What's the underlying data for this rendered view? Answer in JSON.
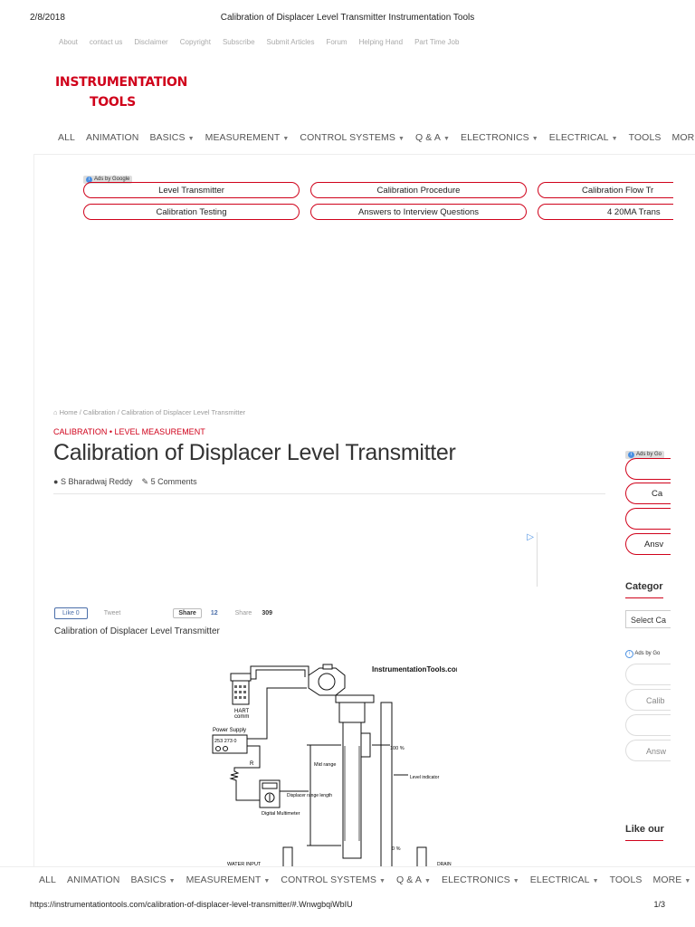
{
  "print_header": {
    "date": "2/8/2018",
    "title": "Calibration of Displacer Level Transmitter Instrumentation Tools"
  },
  "topnav": [
    "About",
    "contact us",
    "Disclaimer",
    "Copyright",
    "Subscribe",
    "Submit Articles",
    "Forum",
    "Helping Hand",
    "Part Time Job"
  ],
  "logo": {
    "line1": "INSTRUMENTATION",
    "line2": "TOOLS"
  },
  "mainnav": [
    {
      "label": "ALL",
      "caret": false
    },
    {
      "label": "ANIMATION",
      "caret": false
    },
    {
      "label": "BASICS",
      "caret": true
    },
    {
      "label": "MEASUREMENT",
      "caret": true
    },
    {
      "label": "CONTROL SYSTEMS",
      "caret": true
    },
    {
      "label": "Q & A",
      "caret": true
    },
    {
      "label": "ELECTRONICS",
      "caret": true
    },
    {
      "label": "ELECTRICAL",
      "caret": true
    },
    {
      "label": "TOOLS",
      "caret": false
    },
    {
      "label": "MORE",
      "caret": true
    }
  ],
  "ads": {
    "ads_by": "Ads by Google",
    "row1": [
      "Level Transmitter",
      "Calibration Procedure",
      "Calibration Flow Tr"
    ],
    "row2": [
      "Calibration Testing",
      "Answers to Interview Questions",
      "4 20MA Trans"
    ]
  },
  "breadcrumb": "⌂ Home / Calibration / Calibration of Displacer Level Transmitter",
  "categories": "CALIBRATION • LEVEL MEASUREMENT",
  "article_title": "Calibration of Displacer Level Transmitter",
  "meta": {
    "author": "S Bharadwaj Reddy",
    "comments": "5 Comments"
  },
  "social": {
    "like": "Like 0",
    "tweet": "Tweet",
    "share": "Share",
    "share_count": "12",
    "share2": "Share",
    "share2_count": "309"
  },
  "subtitle": "Calibration of Displacer Level Transmitter",
  "diagram": {
    "brand": "InstrumentationTools.com",
    "labels": {
      "hart": "HART",
      "comm": "comm",
      "power": "Power Supply",
      "r": "R",
      "dmm": "Digital Multimeter",
      "mid": "Mid range",
      "disp": "Displacer range length",
      "pct100": "100 %",
      "pct0": "0 %",
      "level": "Level indicator",
      "water": "WATER INPUT",
      "drain": "DRAIN",
      "ps_reading": "253  273  0"
    }
  },
  "sidebar": {
    "ads_by": "Ads by Go",
    "pills": [
      "",
      "Ca",
      "",
      "Ansv"
    ],
    "categories_head": "Categor",
    "select": "Select Ca",
    "ads_by2": "Ads by Go",
    "pills2": [
      "",
      "Calib",
      "",
      "Answ"
    ],
    "like_head": "Like our"
  },
  "footer": {
    "url": "https://instrumentationtools.com/calibration-of-displacer-level-transmitter/#.WnwgbqiWbIU",
    "page": "1/3"
  }
}
